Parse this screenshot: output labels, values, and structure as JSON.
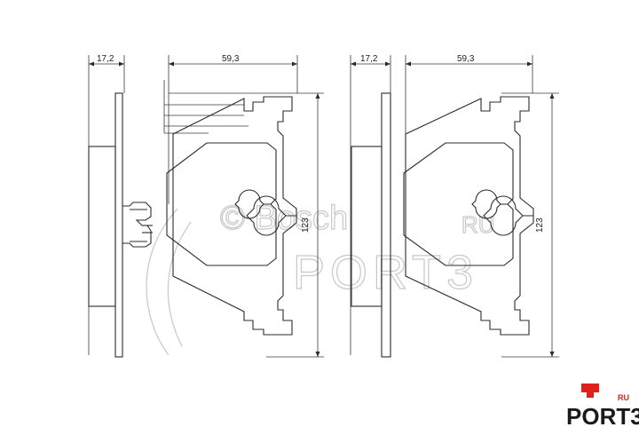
{
  "dimensions": {
    "left_pad": {
      "thickness": "17,2",
      "width": "59,3",
      "height": "123"
    },
    "right_pad": {
      "thickness": "17,2",
      "width": "59,3",
      "height": "123"
    }
  },
  "watermark": {
    "copyright": "© Bosch",
    "ru": "RU",
    "port": "PORT3"
  },
  "logo": {
    "text": "PORT3",
    "superscript": "RU",
    "accent_color": "#e0201c"
  }
}
